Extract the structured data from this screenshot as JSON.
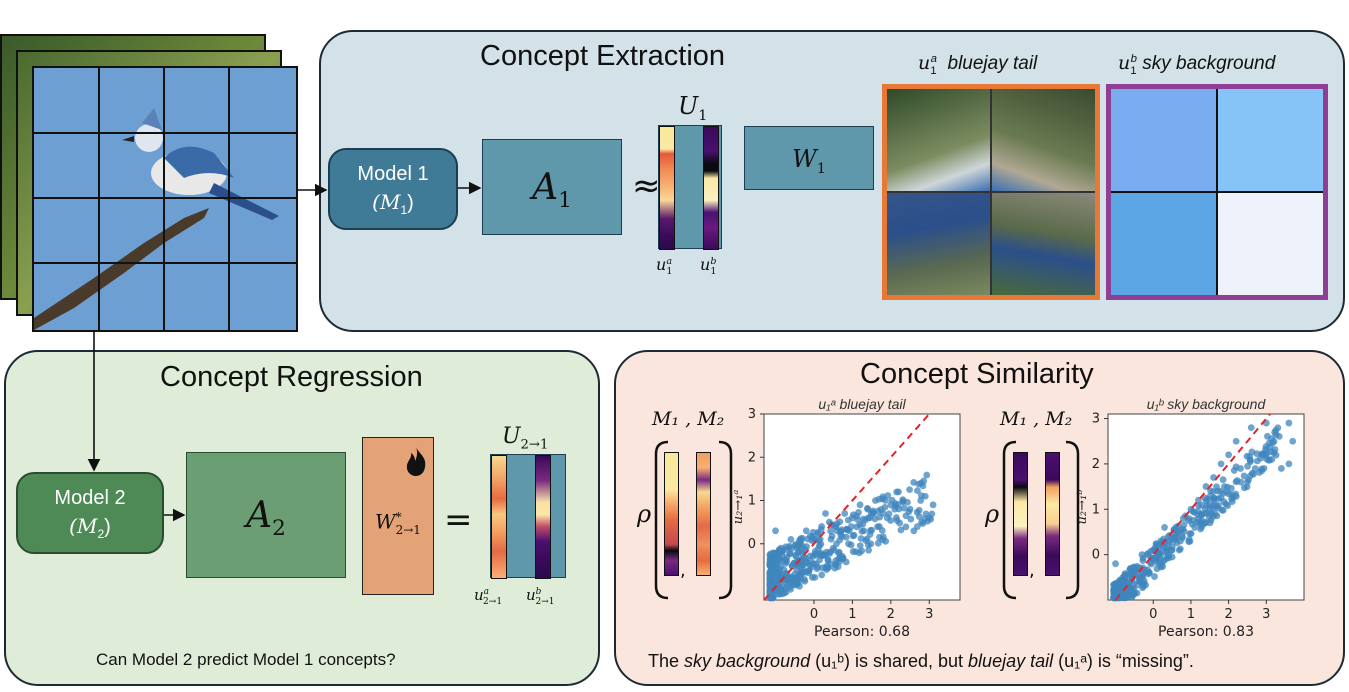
{
  "extraction": {
    "title": "Concept Extraction",
    "model1_line1": "Model 1",
    "model1_line2": "(M",
    "model1_sub": "1",
    "A_base": "A",
    "A_sub": "1",
    "approx": "≈",
    "U_base": "U",
    "U_sub": "1",
    "W_base": "W",
    "W_sub": "1",
    "ua_label_base": "u",
    "ua_label_sub": "1",
    "ua_label_sup": "a",
    "ub_label_base": "u",
    "ub_label_sub": "1",
    "ub_label_sup": "b",
    "concept_a_var": "u",
    "concept_a_sub": "1",
    "concept_a_sup": "a",
    "concept_a_text": "bluejay tail",
    "concept_b_var": "u",
    "concept_b_sub": "1",
    "concept_b_sup": "b",
    "concept_b_text": "sky background"
  },
  "regression": {
    "title": "Concept Regression",
    "model2_line1": "Model 2",
    "model2_line2": "(M",
    "model2_sub": "2",
    "A_base": "A",
    "A_sub": "2",
    "W_base": "W",
    "W_sup": "*",
    "W_sub": "2→1",
    "equals": "=",
    "U_base": "U",
    "U_sub": "2→1",
    "ua_base": "u",
    "ua_sup": "a",
    "ua_sub": "2→1",
    "ub_base": "u",
    "ub_sup": "b",
    "ub_sub": "2→1",
    "caption": "Can Model 2 predict Model 1 concepts?"
  },
  "similarity": {
    "title": "Concept Similarity",
    "pair_label": "M₁ , M₂",
    "rho": "ρ",
    "comma": ",",
    "caption_1": "The ",
    "caption_sky": "sky background",
    "caption_2": " (u₁ᵇ) is shared, but ",
    "caption_tail": "bluejay tail",
    "caption_3": " (u₁ᵃ)  is “missing”."
  },
  "colors": {
    "extraction_bg": "#d3e1e8",
    "regression_bg": "#deecd8",
    "similarity_bg": "#fae6dd",
    "model1": "#3f7a96",
    "model2": "#4e8a55",
    "A1": "#5f97ab",
    "A2": "#6b9e72",
    "W2": "#e3a377",
    "crop_a_border": "#e87836",
    "crop_b_border": "#8f3e95",
    "scatter": "#3f85bd",
    "diagonal": "#e0252a"
  },
  "chart_data": [
    {
      "type": "scatter",
      "title": "u₁ᵃ bluejay tail",
      "xlabel": "Pearson: 0.68",
      "ylabel": "u₂→₁ᵃ",
      "xlim": [
        -1.3,
        3.8
      ],
      "ylim": [
        -1.3,
        3.0
      ],
      "xticks": [
        0,
        1,
        2,
        3
      ],
      "yticks": [
        0,
        1,
        2,
        3
      ],
      "diagonal": true,
      "points": [
        [
          -0.8,
          -0.4
        ],
        [
          -0.6,
          0.1
        ],
        [
          -0.4,
          -0.2
        ],
        [
          -0.2,
          0.3
        ],
        [
          0.0,
          0.1
        ],
        [
          0.2,
          0.4
        ],
        [
          0.4,
          0.5
        ],
        [
          0.6,
          0.3
        ],
        [
          0.8,
          0.7
        ],
        [
          1.0,
          0.6
        ],
        [
          1.2,
          0.9
        ],
        [
          1.4,
          0.8
        ],
        [
          1.6,
          1.0
        ],
        [
          1.8,
          0.7
        ],
        [
          2.0,
          0.9
        ],
        [
          2.2,
          1.2
        ],
        [
          2.5,
          0.8
        ],
        [
          2.8,
          0.5
        ],
        [
          3.0,
          0.6
        ],
        [
          3.1,
          0.9
        ],
        [
          2.6,
          0.3
        ],
        [
          1.3,
          0.3
        ],
        [
          0.9,
          0.0
        ],
        [
          0.5,
          -0.1
        ],
        [
          -0.1,
          -0.5
        ],
        [
          -0.5,
          -0.7
        ],
        [
          -0.9,
          -0.9
        ],
        [
          -1.0,
          0.3
        ],
        [
          0.3,
          0.7
        ],
        [
          1.7,
          0.4
        ]
      ]
    },
    {
      "type": "scatter",
      "title": "u₁ᵇ sky background",
      "xlabel": "Pearson: 0.83",
      "ylabel": "u₂→₁ᵇ",
      "xlim": [
        -1.2,
        4.0
      ],
      "ylim": [
        -1.0,
        3.1
      ],
      "xticks": [
        0,
        1,
        2,
        3
      ],
      "yticks": [
        0,
        1,
        2,
        3
      ],
      "diagonal": true,
      "points": [
        [
          -0.9,
          -0.6
        ],
        [
          -0.6,
          -0.3
        ],
        [
          -0.3,
          0.0
        ],
        [
          0.0,
          0.1
        ],
        [
          0.2,
          0.3
        ],
        [
          0.4,
          0.4
        ],
        [
          0.6,
          0.6
        ],
        [
          0.8,
          0.8
        ],
        [
          1.0,
          1.0
        ],
        [
          1.2,
          1.2
        ],
        [
          1.4,
          1.5
        ],
        [
          1.6,
          1.7
        ],
        [
          1.8,
          2.0
        ],
        [
          2.0,
          2.2
        ],
        [
          2.2,
          2.5
        ],
        [
          2.6,
          2.8
        ],
        [
          3.0,
          2.9
        ],
        [
          3.6,
          2.9
        ],
        [
          3.7,
          2.5
        ],
        [
          3.6,
          2.0
        ],
        [
          3.4,
          1.9
        ],
        [
          2.9,
          2.2
        ],
        [
          2.5,
          1.6
        ],
        [
          0.5,
          0.1
        ],
        [
          -0.1,
          -0.4
        ],
        [
          -0.7,
          -0.8
        ],
        [
          1.1,
          0.6
        ],
        [
          0.3,
          0.6
        ],
        [
          1.5,
          1.1
        ],
        [
          -1.0,
          -0.2
        ]
      ]
    }
  ]
}
